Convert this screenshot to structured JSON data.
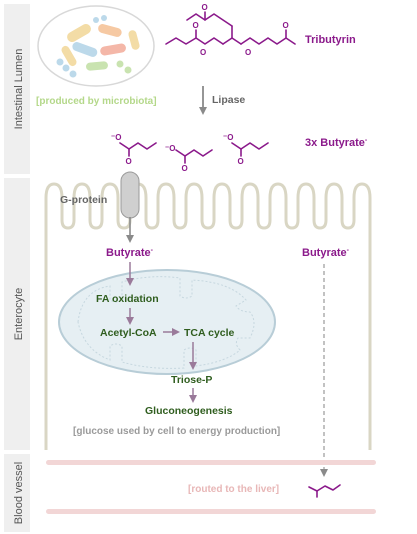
{
  "regions": {
    "lumen": "Intestinal Lumen",
    "enterocyte": "Enterocyte",
    "blood": "Blood vessel"
  },
  "labels": {
    "tributyrin": "Tributyrin",
    "lipase": "Lipase",
    "butyrate_x3": "3x Butyrate",
    "gprotein": "G-protein",
    "butyrate_left": "Butyrate",
    "butyrate_right": "Butyrate",
    "charge": "-",
    "o_minus": "⁻O",
    "o_atom": "O",
    "fa_oxidation": "FA oxidation",
    "acetyl_coa": "Acetyl-CoA",
    "tca_cycle": "TCA cycle",
    "triose_p": "Triose-P",
    "gluconeogenesis": "Gluconeogenesis"
  },
  "notes": {
    "microbiota": "[produced by microbiota]",
    "energy": "[glucose used by cell to energy production]",
    "liver": "[routed to the liver]"
  },
  "colors": {
    "purple": "#8b1a8b",
    "green_text": "#2f5d1e",
    "cell_outline": "#d9d6c4",
    "mito_fill": "#e6eff3",
    "mito_stroke": "#b8cdd7",
    "blood_band": "#f2d6d6",
    "sidebar": "#efefef"
  }
}
